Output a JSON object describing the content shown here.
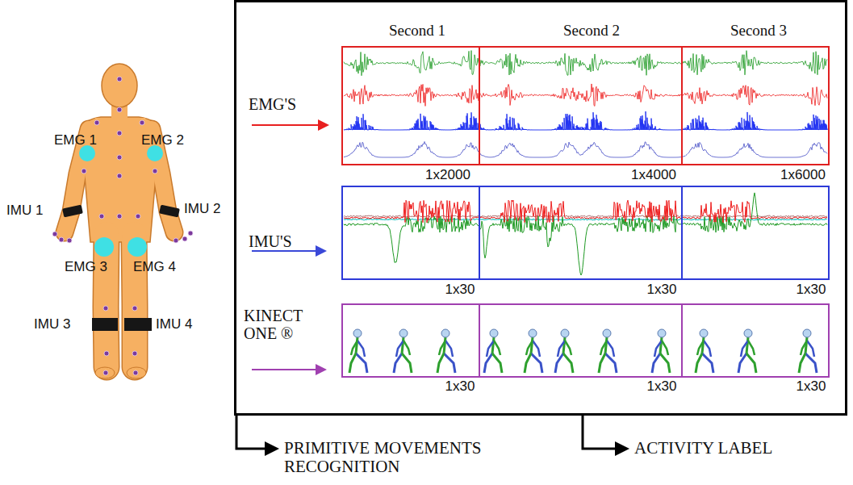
{
  "diagram": {
    "nodes": [
      {
        "text": [
          "Second 1",
          "Second 2",
          "Second 3"
        ]
      },
      {
        "text": [
          "1x2000",
          "1x4000",
          "1x6000"
        ],
        "in": 0
      },
      {
        "text": [
          "1x30",
          "1x30",
          "1x30"
        ],
        "in": 0
      },
      {
        "text": [
          "1x30",
          "1x30",
          "1x30"
        ],
        "in": 0
      }
    ],
    "labels": [
      "EMG 1",
      "EMG 2",
      "IMU 1",
      "IMU 2",
      "EMG 3",
      "EMG 4",
      "IMU 3",
      "IMU 4",
      "EMG'S",
      "IMU'S",
      "KINECT ONE ®",
      "PRIMITIVE MOVEMENTS RECOGNITION",
      "ACTIVITY LABEL"
    ]
  }
}
